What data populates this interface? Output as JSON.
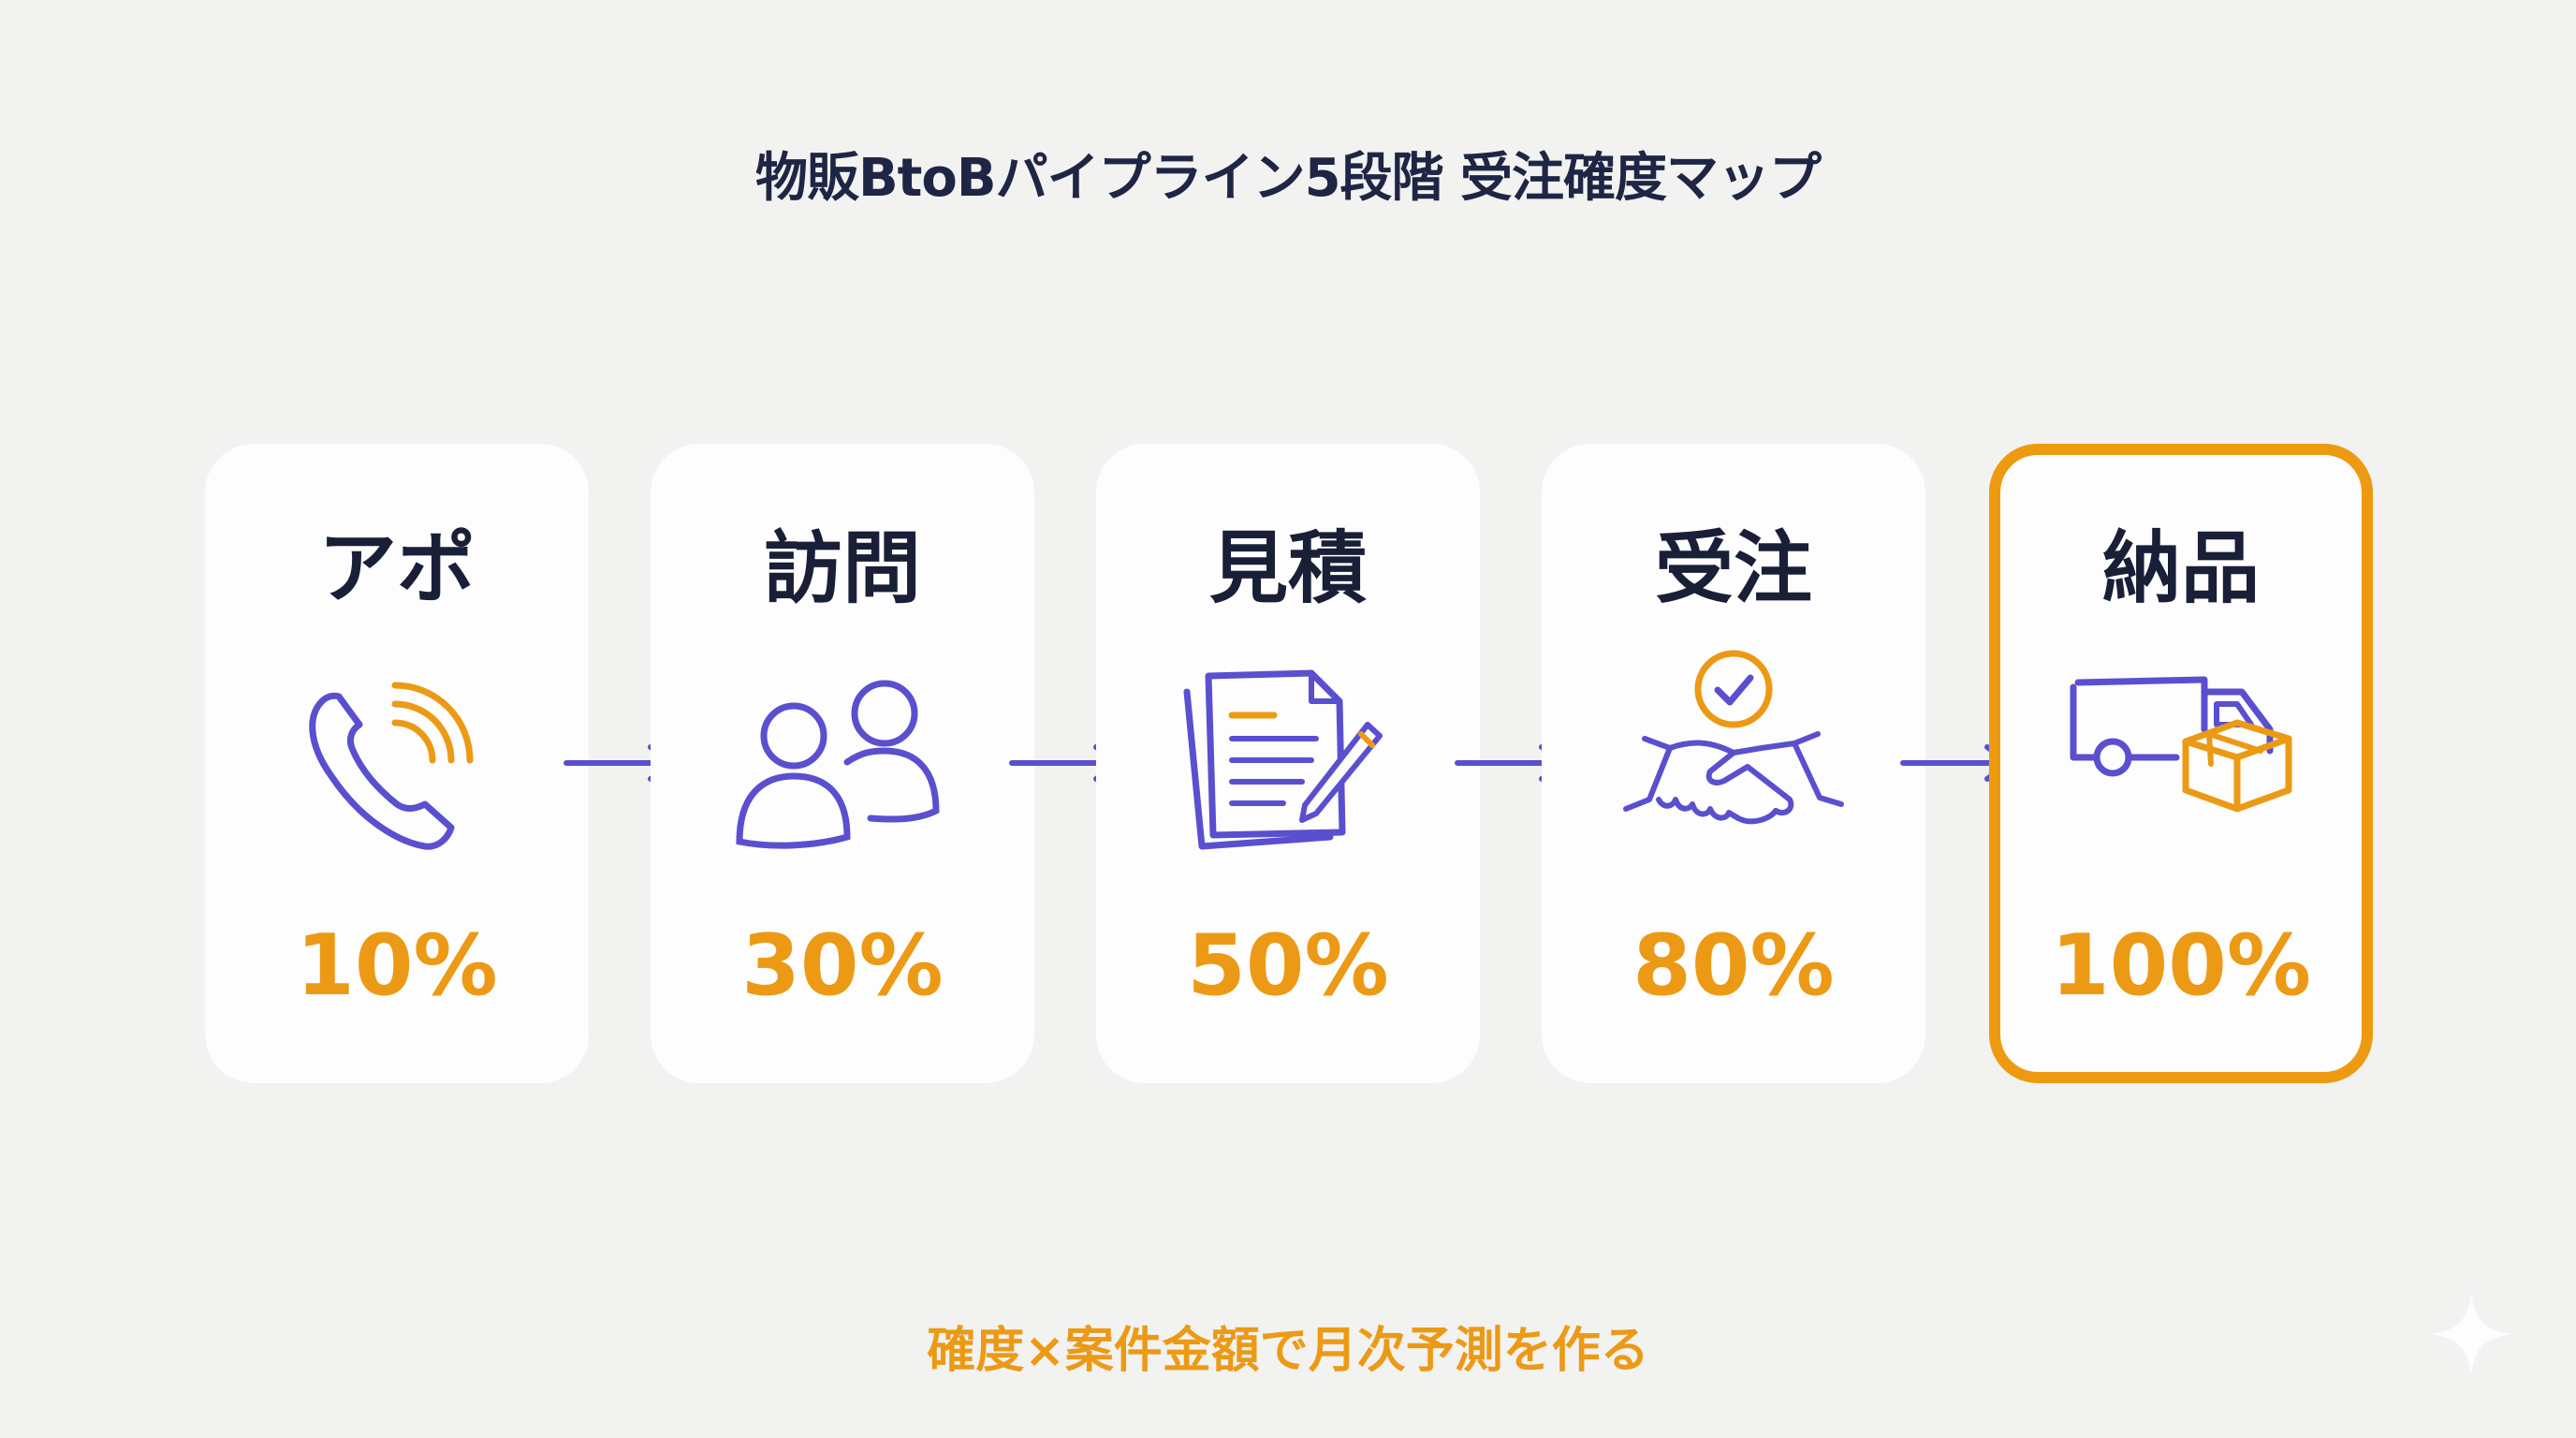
{
  "title": "物販BtoBパイプライン5段階 受注確度マップ",
  "stages": [
    {
      "label": "アポ",
      "percent": "10%",
      "icon": "phone-icon"
    },
    {
      "label": "訪問",
      "percent": "30%",
      "icon": "people-icon"
    },
    {
      "label": "見積",
      "percent": "50%",
      "icon": "document-pen-icon"
    },
    {
      "label": "受注",
      "percent": "80%",
      "icon": "handshake-icon"
    },
    {
      "label": "納品",
      "percent": "100%",
      "icon": "truck-box-icon"
    }
  ],
  "footer": "確度×案件金額で月次予測を作る",
  "colors": {
    "accent": "#ec9a15",
    "icon": "#5a4fcf",
    "text": "#1a1f38"
  }
}
